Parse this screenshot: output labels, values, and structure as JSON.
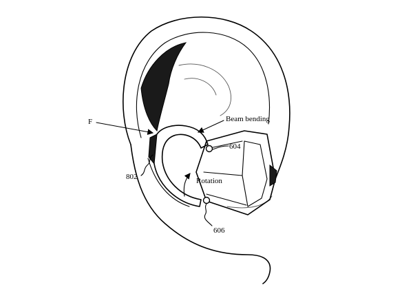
{
  "labels": {
    "force": "F",
    "beam_bending": "Beam bending",
    "rotation": "Rotation",
    "ref_604": "604",
    "ref_802": "802",
    "ref_606": "606"
  }
}
